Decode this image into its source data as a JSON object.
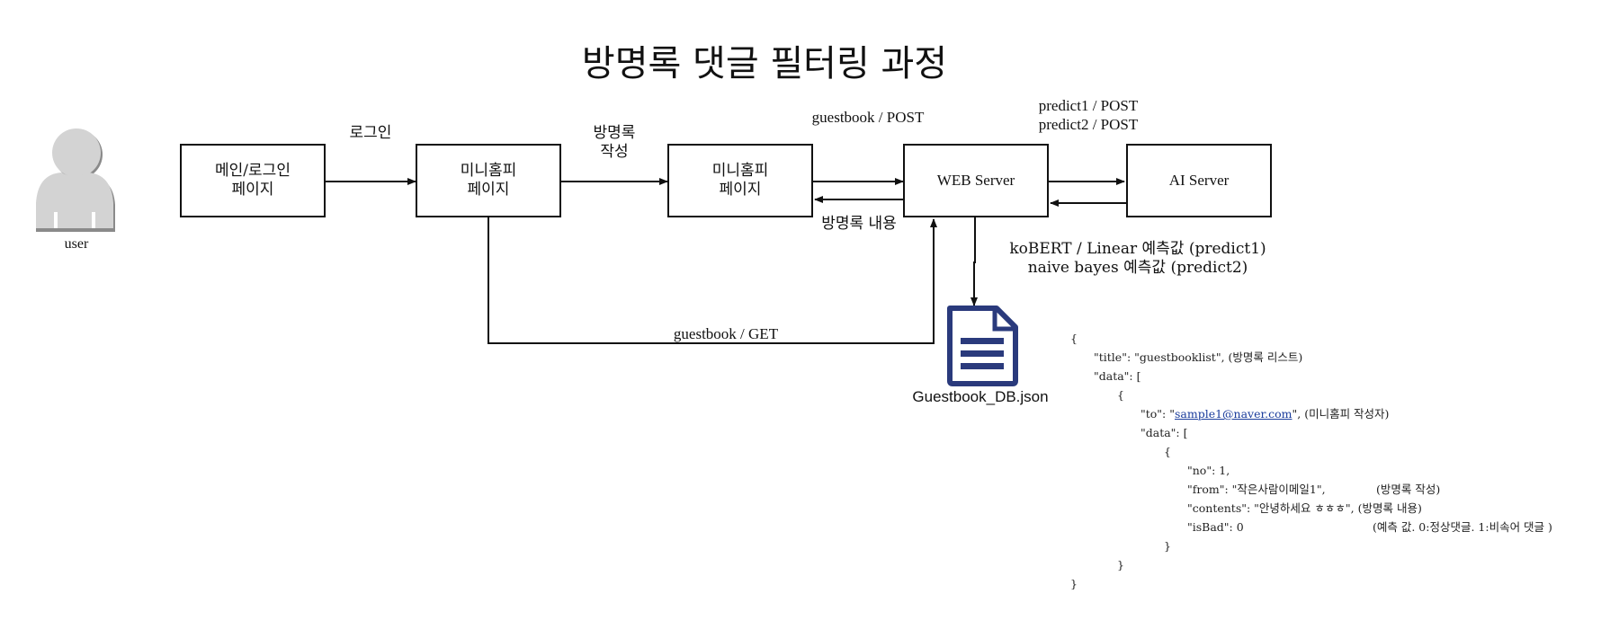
{
  "title": "방명록 댓글 필터링 과정",
  "user_caption": "user",
  "boxes": {
    "main_login": "메인/로그인\n페이지",
    "minihompy1": "미니홈피\n페이지",
    "minihompy2": "미니홈피\n페이지",
    "web_server": "WEB Server",
    "ai_server": "AI Server"
  },
  "labels": {
    "login": "로그인",
    "write_guestbook": "방명록\n작성",
    "guestbook_post": "guestbook / POST",
    "guestbook_content": "방명록 내용",
    "predict_post": "predict1 / POST\npredict2 / POST",
    "predict_values": "koBERT / Linear 예측값 (predict1)\nnaive bayes 예측값 (predict2)",
    "guestbook_get": "guestbook / GET"
  },
  "db_caption": "Guestbook_DB.json",
  "json_sample": {
    "l1": "{",
    "l2": "\"title\": \"guestbooklist\",",
    "l2c": "(방명록 리스트)",
    "l3": "\"data\": [",
    "l4": "{",
    "l5a": "\"to\": \"",
    "l5link": "sample1@naver.com",
    "l5b": "\",",
    "l5c": "(미니홈피 작성자)",
    "l6": "\"data\": [",
    "l7": "{",
    "l8": "\"no\": 1,",
    "l9": "\"from\": \"작은사람이메일1\",",
    "l9c": "(방명록 작성)",
    "l10": "\"contents\": \"안녕하세요 ㅎㅎㅎ\",",
    "l10c": "(방명록 내용)",
    "l11": "\"isBad\": 0",
    "l11c": "(예측 값. 0:정상댓글. 1:비속어 댓글 )",
    "l12": "}",
    "l13": "}",
    "l14": "}"
  }
}
